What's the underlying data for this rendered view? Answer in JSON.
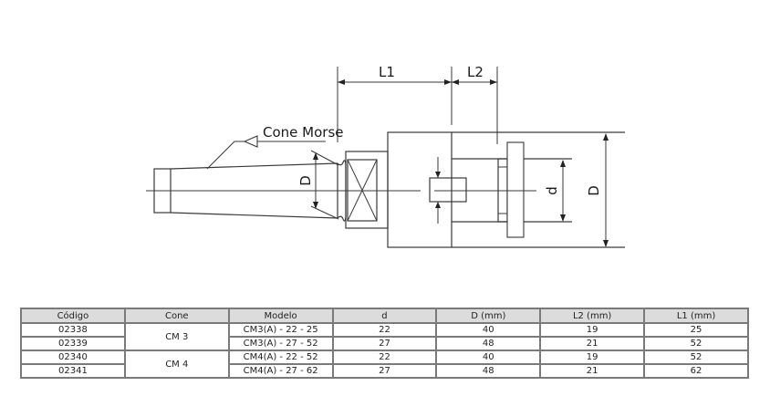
{
  "diagram": {
    "labels": {
      "cone_morse": "Cone Morse",
      "L1": "L1",
      "L2": "L2",
      "D_taper": "D",
      "d_bore": "d",
      "D_body": "D"
    }
  },
  "table": {
    "headers": [
      "Código",
      "Cone",
      "Modelo",
      "d",
      "D (mm)",
      "L2 (mm)",
      "L1 (mm)"
    ],
    "groups": [
      {
        "cone": "CM 3",
        "rows": [
          {
            "codigo": "02338",
            "modelo": "CM3(A) - 22 - 25",
            "d": "22",
            "D": "40",
            "L2": "19",
            "L1": "25"
          },
          {
            "codigo": "02339",
            "modelo": "CM3(A) - 27 - 52",
            "d": "27",
            "D": "48",
            "L2": "21",
            "L1": "52"
          }
        ]
      },
      {
        "cone": "CM 4",
        "rows": [
          {
            "codigo": "02340",
            "modelo": "CM4(A) - 22 - 52",
            "d": "22",
            "D": "40",
            "L2": "19",
            "L1": "52"
          },
          {
            "codigo": "02341",
            "modelo": "CM4(A) - 27 - 62",
            "d": "27",
            "D": "48",
            "L2": "21",
            "L1": "62"
          }
        ]
      }
    ]
  },
  "colors": {
    "header_bg": "#dcdcdc",
    "border": "#7a7a7a",
    "line": "#3a3a3a"
  }
}
